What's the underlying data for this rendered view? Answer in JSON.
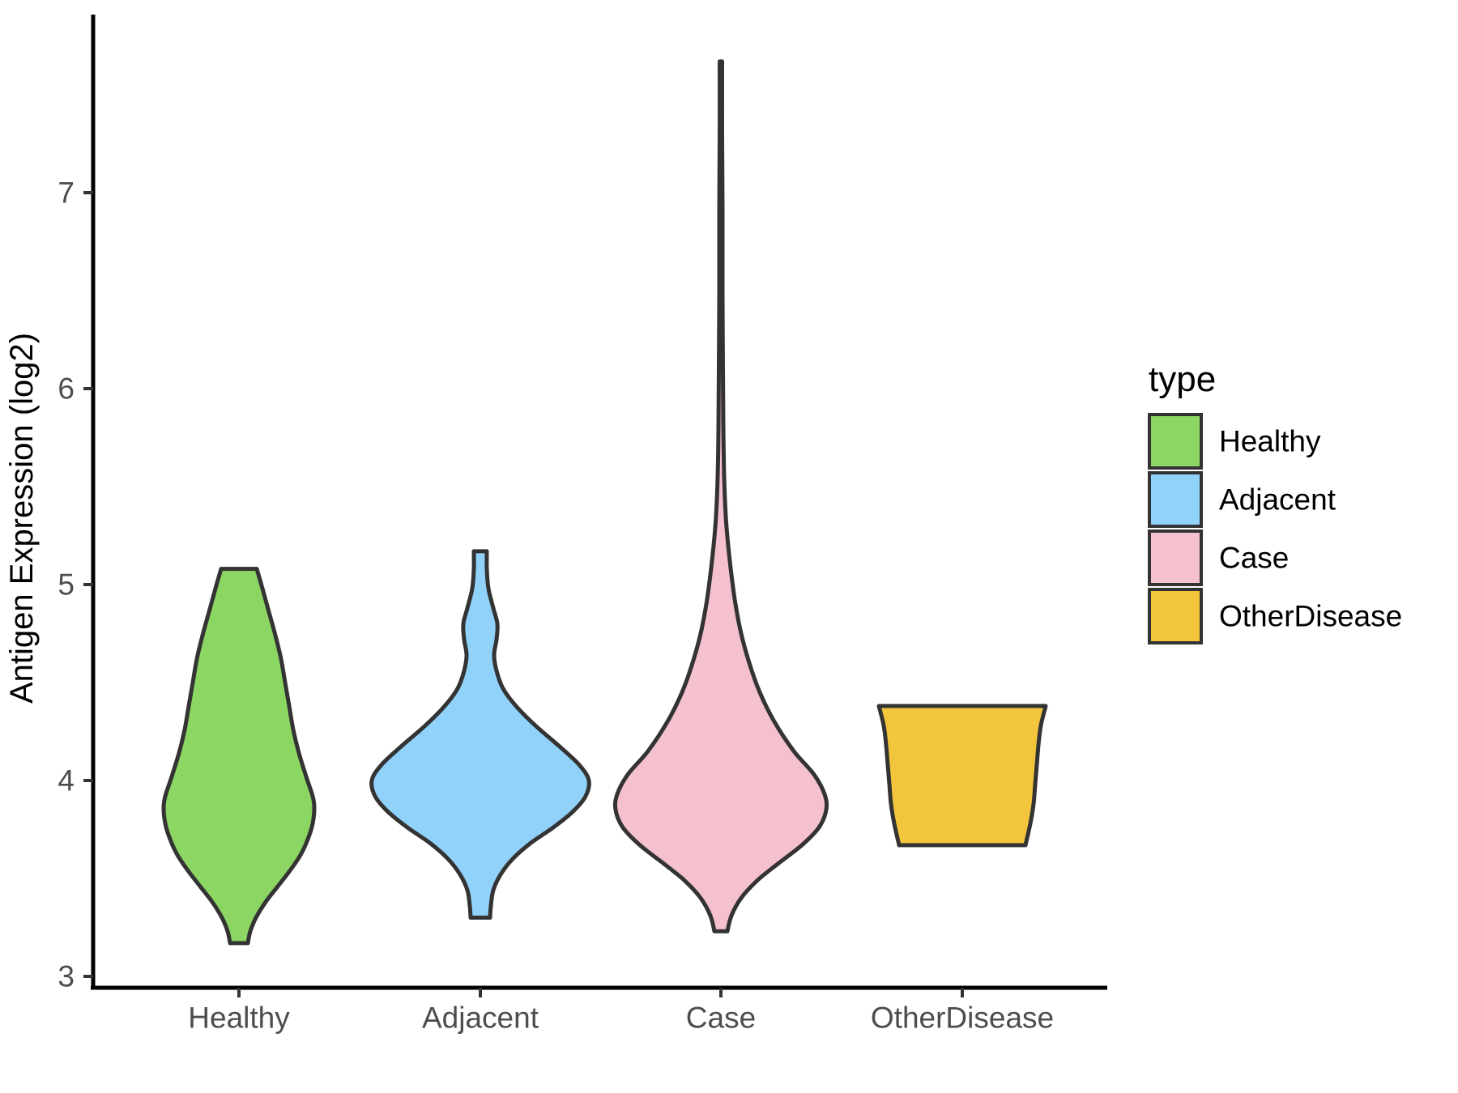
{
  "figure": {
    "background": "#FFFFFF",
    "colors": {
      "violin_outline": "#333333",
      "axis_line": "#000000",
      "tick_mark": "#333333",
      "tick_text": "#4D4D4D",
      "title_text": "#000000"
    }
  },
  "chart_data": {
    "type": "violin",
    "title": "",
    "xlabel": "",
    "ylabel": "Antigen Expression (log2)",
    "ylim": [
      2.9,
      7.9
    ],
    "y_ticks": [
      7,
      6,
      5,
      4,
      3
    ],
    "y_tick_labels": [
      "7",
      "6",
      "5",
      "4",
      "3"
    ],
    "grid": "off",
    "categories": [
      "Healthy",
      "Adjacent",
      "Case",
      "OtherDisease"
    ],
    "legend": {
      "title": "type",
      "position": "right",
      "entries": [
        {
          "label": "Healthy",
          "color": "#8CD664"
        },
        {
          "label": "Adjacent",
          "color": "#90D2FA"
        },
        {
          "label": "Case",
          "color": "#F5C1CE"
        },
        {
          "label": "OtherDisease",
          "color": "#F3C53D"
        }
      ]
    },
    "series": [
      {
        "name": "Healthy",
        "color": "#8CD664",
        "value_range": [
          3.17,
          5.08
        ],
        "peak_value": 3.87,
        "profile": [
          [
            5.08,
            22
          ],
          [
            4.98,
            29
          ],
          [
            4.86,
            37
          ],
          [
            4.74,
            45
          ],
          [
            4.62,
            52
          ],
          [
            4.5,
            57
          ],
          [
            4.38,
            62
          ],
          [
            4.26,
            67
          ],
          [
            4.14,
            74
          ],
          [
            4.02,
            83
          ],
          [
            3.92,
            91
          ],
          [
            3.86,
            93
          ],
          [
            3.78,
            91
          ],
          [
            3.7,
            85
          ],
          [
            3.62,
            76
          ],
          [
            3.54,
            63
          ],
          [
            3.46,
            48
          ],
          [
            3.38,
            33
          ],
          [
            3.3,
            21
          ],
          [
            3.23,
            14
          ],
          [
            3.17,
            11
          ]
        ]
      },
      {
        "name": "Adjacent",
        "color": "#90D2FA",
        "value_range": [
          3.3,
          5.17
        ],
        "peak_value": 4.0,
        "profile": [
          [
            5.17,
            8
          ],
          [
            5.08,
            8
          ],
          [
            4.98,
            10
          ],
          [
            4.88,
            16
          ],
          [
            4.8,
            21
          ],
          [
            4.72,
            20
          ],
          [
            4.64,
            17
          ],
          [
            4.56,
            20
          ],
          [
            4.47,
            28
          ],
          [
            4.38,
            44
          ],
          [
            4.28,
            68
          ],
          [
            4.18,
            96
          ],
          [
            4.08,
            122
          ],
          [
            4.0,
            134
          ],
          [
            3.92,
            130
          ],
          [
            3.84,
            114
          ],
          [
            3.76,
            90
          ],
          [
            3.68,
            62
          ],
          [
            3.6,
            40
          ],
          [
            3.52,
            25
          ],
          [
            3.44,
            16
          ],
          [
            3.36,
            13
          ],
          [
            3.3,
            12
          ]
        ]
      },
      {
        "name": "Case",
        "color": "#F5C1CE",
        "value_range": [
          3.23,
          7.67
        ],
        "peak_value": 3.85,
        "profile": [
          [
            7.67,
            1.5
          ],
          [
            7.3,
            1.5
          ],
          [
            6.9,
            2
          ],
          [
            6.5,
            2
          ],
          [
            6.1,
            2.5
          ],
          [
            5.8,
            3
          ],
          [
            5.55,
            4
          ],
          [
            5.35,
            6
          ],
          [
            5.2,
            9
          ],
          [
            5.05,
            13
          ],
          [
            4.9,
            18
          ],
          [
            4.75,
            25
          ],
          [
            4.6,
            35
          ],
          [
            4.45,
            48
          ],
          [
            4.3,
            66
          ],
          [
            4.15,
            90
          ],
          [
            4.03,
            115
          ],
          [
            3.93,
            128
          ],
          [
            3.85,
            130
          ],
          [
            3.76,
            121
          ],
          [
            3.67,
            100
          ],
          [
            3.58,
            72
          ],
          [
            3.49,
            45
          ],
          [
            3.4,
            25
          ],
          [
            3.31,
            13
          ],
          [
            3.23,
            8
          ]
        ]
      },
      {
        "name": "OtherDisease",
        "color": "#F3C53D",
        "value_range": [
          3.67,
          4.38
        ],
        "peak_value": 4.38,
        "profile": [
          [
            4.38,
            103
          ],
          [
            4.28,
            97
          ],
          [
            4.18,
            94
          ],
          [
            4.08,
            92
          ],
          [
            3.98,
            90
          ],
          [
            3.88,
            88
          ],
          [
            3.78,
            84
          ],
          [
            3.67,
            78
          ]
        ]
      }
    ]
  }
}
